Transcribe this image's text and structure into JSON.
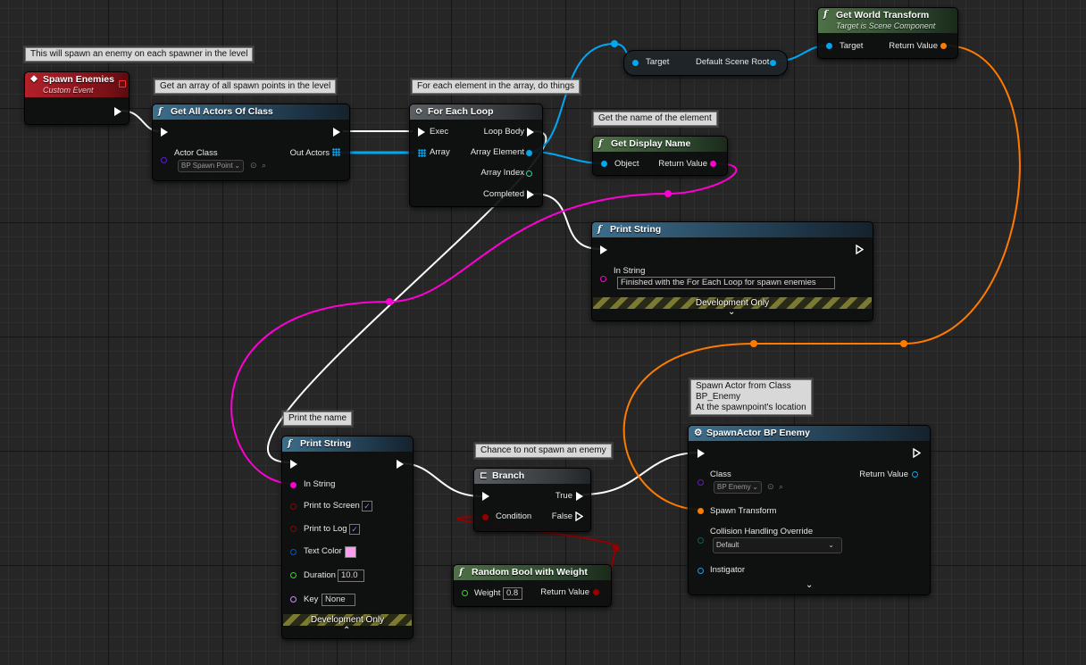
{
  "comments": {
    "spawn_enemies": "This will spawn an enemy on each spawner in the level",
    "get_all_actors": "Get an array of all spawn points in the level",
    "for_each": "For each element in the array, do things",
    "display_name": "Get the name of the element",
    "print_name": "Print the name",
    "branch": "Chance to not spawn an enemy",
    "spawn_actor_line1": "Spawn Actor from Class",
    "spawn_actor_line2": "BP_Enemy",
    "spawn_actor_line3": "At the spawnpoint's location"
  },
  "nodes": {
    "spawn_enemies": {
      "title": "Spawn Enemies",
      "subtitle": "Custom Event"
    },
    "get_all_actors": {
      "title": "Get All Actors Of Class",
      "actor_class_label": "Actor Class",
      "actor_class_value": "BP Spawn Point",
      "out_label": "Out Actors"
    },
    "for_each": {
      "title": "For Each Loop",
      "exec": "Exec",
      "array": "Array",
      "loop_body": "Loop Body",
      "array_element": "Array Element",
      "array_index": "Array Index",
      "completed": "Completed"
    },
    "scene_root": {
      "target": "Target",
      "output": "Default Scene Root"
    },
    "world_transform": {
      "title": "Get World Transform",
      "subtitle": "Target is Scene Component",
      "target": "Target",
      "return": "Return Value"
    },
    "display_name": {
      "title": "Get Display Name",
      "object": "Object",
      "return": "Return Value"
    },
    "print_string_top": {
      "title": "Print String",
      "in_string": "In String",
      "value": "Finished with the For Each Loop for spawn enemies",
      "dev_only": "Development Only"
    },
    "print_string_bottom": {
      "title": "Print String",
      "in_string": "In String",
      "print_screen": "Print to Screen",
      "print_log": "Print to Log",
      "text_color": "Text Color",
      "duration": "Duration",
      "duration_value": "10.0",
      "key": "Key",
      "key_value": "None",
      "dev_only": "Development Only"
    },
    "branch": {
      "title": "Branch",
      "condition": "Condition",
      "true_label": "True",
      "false_label": "False"
    },
    "random_bool": {
      "title": "Random Bool with Weight",
      "weight": "Weight",
      "weight_value": "0.8",
      "return": "Return Value"
    },
    "spawn_actor": {
      "title": "SpawnActor BP Enemy",
      "class_label": "Class",
      "class_value": "BP Enemy",
      "return": "Return Value",
      "spawn_transform": "Spawn Transform",
      "collision": "Collision Handling Override",
      "collision_value": "Default",
      "instigator": "Instigator"
    }
  },
  "colors": {
    "exec": "#ffffff",
    "object": "#00a8f4",
    "string": "#ff00d4",
    "transform": "#ff7b00",
    "bool": "#940000",
    "float": "#3dd22b",
    "integer": "#1ed9a4",
    "class": "#5c1dc9",
    "linear_color": "#0058c8",
    "name": "#c88cff"
  }
}
